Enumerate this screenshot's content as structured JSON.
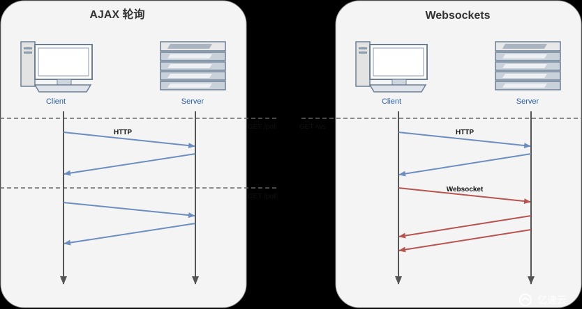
{
  "panels": {
    "left": {
      "title": "AJAX 轮询",
      "client_label": "Client",
      "server_label": "Server"
    },
    "right": {
      "title": "Websockets",
      "client_label": "Client",
      "server_label": "Server"
    }
  },
  "messages": {
    "http_left": "HTTP",
    "http_right": "HTTP",
    "websocket": "Websocket"
  },
  "requests": {
    "left_first": "GET /poll",
    "right": "GET /ws",
    "left_second": "GET /poll"
  },
  "watermark": {
    "text": "亿速云"
  },
  "colors": {
    "panel_bg": "#f4f4f4",
    "http_arrow": "#6c8ebf",
    "websocket_arrow": "#b85450",
    "lifeline": "#555555"
  }
}
